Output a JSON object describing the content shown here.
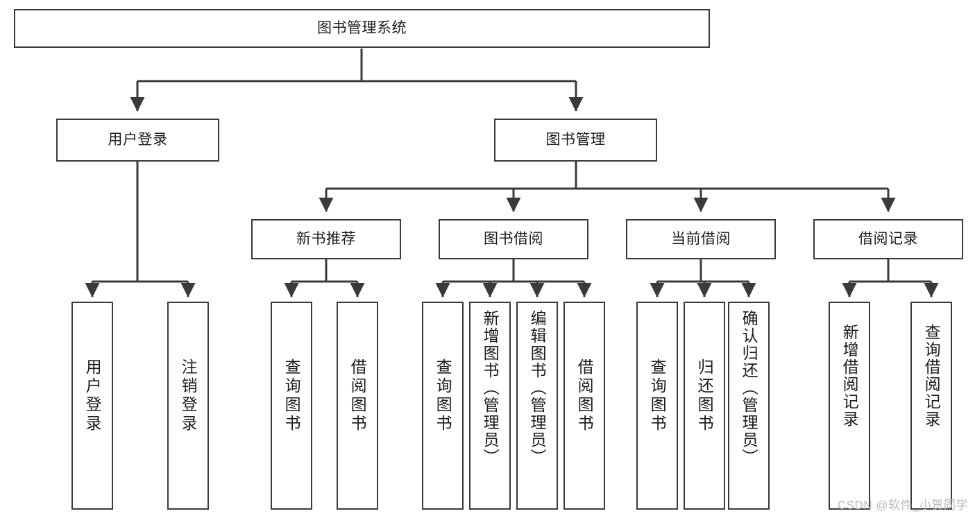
{
  "diagram": {
    "title": "图书管理系统",
    "type": "functional-structure-tree",
    "watermark": "CSDN @软件_小贺同学",
    "colors": {
      "border": "#3a3a3a",
      "background": "#ffffff",
      "text": "#1b1b1b",
      "edge": "#3a3a3a",
      "watermark": "#b9b9b9"
    }
  },
  "nodes": {
    "root": {
      "label": "图书管理系统"
    },
    "level2": [
      {
        "id": "user-login",
        "label": "用户登录"
      },
      {
        "id": "book-manage",
        "label": "图书管理"
      }
    ],
    "level3": [
      {
        "id": "new-book-recommend",
        "label": "新书推荐"
      },
      {
        "id": "book-borrow",
        "label": "图书借阅"
      },
      {
        "id": "current-borrow",
        "label": "当前借阅"
      },
      {
        "id": "borrow-record",
        "label": "借阅记录"
      }
    ],
    "leaves": {
      "user-login": [
        {
          "id": "leaf-user-login",
          "label": "用户登录"
        },
        {
          "id": "leaf-logout-login",
          "label": "注销登录"
        }
      ],
      "new-book-recommend": [
        {
          "id": "leaf-query-book-1",
          "label": "查询图书"
        },
        {
          "id": "leaf-borrow-book-1",
          "label": "借阅图书"
        }
      ],
      "book-borrow": [
        {
          "id": "leaf-query-book-2",
          "label": "查询图书"
        },
        {
          "id": "leaf-add-book",
          "label": "新增图书（管理员）"
        },
        {
          "id": "leaf-edit-book",
          "label": "编辑图书（管理员）"
        },
        {
          "id": "leaf-borrow-book-2",
          "label": "借阅图书"
        }
      ],
      "current-borrow": [
        {
          "id": "leaf-query-book-3",
          "label": "查询图书"
        },
        {
          "id": "leaf-return-book",
          "label": "归还图书"
        },
        {
          "id": "leaf-confirm-return",
          "label": "确认归还（管理员）"
        }
      ],
      "borrow-record": [
        {
          "id": "leaf-add-record",
          "label": "新增借阅记录"
        },
        {
          "id": "leaf-query-record",
          "label": "查询借阅记录"
        }
      ]
    }
  }
}
